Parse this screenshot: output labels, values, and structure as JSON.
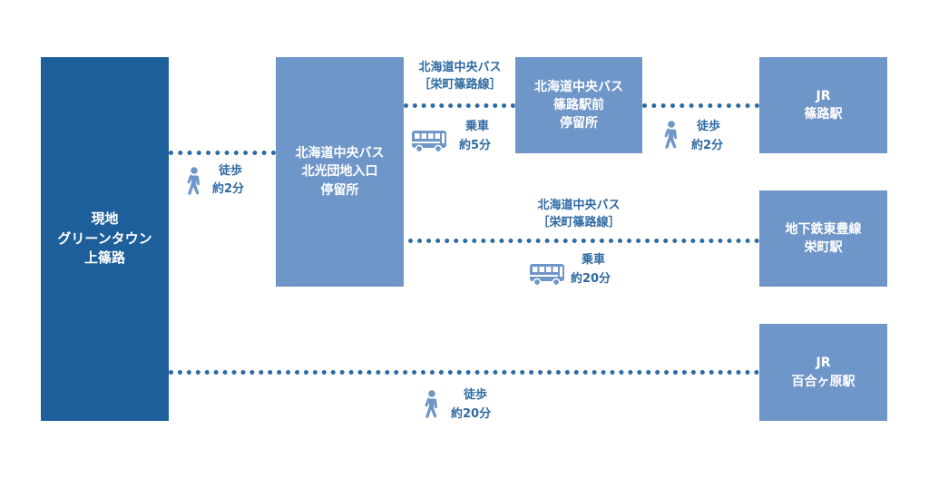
{
  "colors": {
    "dark_box": "#1d5f9a",
    "light_box": "#6f96c8",
    "line_text": "#2e6aa3"
  },
  "nodes": {
    "origin": "現地\nグリーンタウン\n上篠路",
    "stop_kitako": "北海道中央バス\n北光団地入口\n停留所",
    "stop_shinoro": "北海道中央バス\n篠路駅前\n停留所",
    "jr_shinoro": "JR\n篠路駅",
    "sakaemachi": "地下鉄東豊線\n栄町駅",
    "jr_yurigahara": "JR\n百合ヶ原駅"
  },
  "segments": {
    "walk_to_kitako": {
      "mode": "徒歩",
      "time": "約2分",
      "icon": "walk-icon"
    },
    "bus_to_shinoro": {
      "line": "北海道中央バス\n［栄町篠路線］",
      "mode": "乗車",
      "time": "約5分",
      "icon": "bus-icon"
    },
    "walk_to_jr_shinoro": {
      "mode": "徒歩",
      "time": "約2分",
      "icon": "walk-icon"
    },
    "bus_to_sakaemachi": {
      "line": "北海道中央バス\n［栄町篠路線］",
      "mode": "乗車",
      "time": "約20分",
      "icon": "bus-icon"
    },
    "walk_to_yurigahara": {
      "mode": "徒歩",
      "time": "約20分",
      "icon": "walk-icon"
    }
  }
}
